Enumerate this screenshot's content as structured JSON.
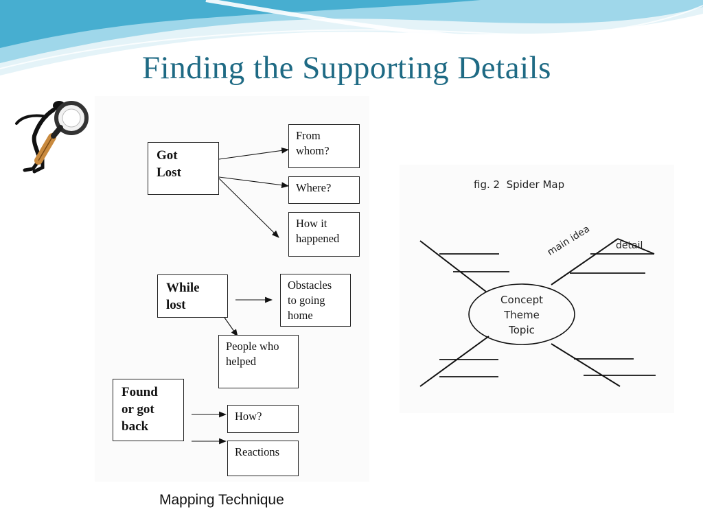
{
  "slide": {
    "title": "Finding the Supporting Details"
  },
  "icons": {
    "investigator": "magnifying-glass-figure-icon"
  },
  "mapping": {
    "caption": "Mapping Technique",
    "groups": [
      {
        "main": [
          "Got",
          "Lost"
        ],
        "details": [
          [
            "From",
            "whom?"
          ],
          [
            "Where?"
          ],
          [
            "How it",
            "happened"
          ]
        ]
      },
      {
        "main": [
          "While",
          "lost"
        ],
        "details": [
          [
            "Obstacles",
            "to going",
            "home"
          ],
          [
            "People who",
            "helped"
          ]
        ]
      },
      {
        "main": [
          "Found",
          "or got",
          "back"
        ],
        "details": [
          [
            "How?"
          ],
          [
            "Reactions"
          ]
        ]
      }
    ]
  },
  "spider": {
    "caption": "fig. 2  Spider Map",
    "center": [
      "Concept",
      "Theme",
      "Topic"
    ],
    "main_idea_label": "main idea",
    "detail_label": "detail"
  },
  "colors": {
    "title": "#1e6a84",
    "wave_light": "#d6eef6",
    "wave_mid": "#8ed0e6",
    "wave_dark": "#3fa9c9"
  }
}
